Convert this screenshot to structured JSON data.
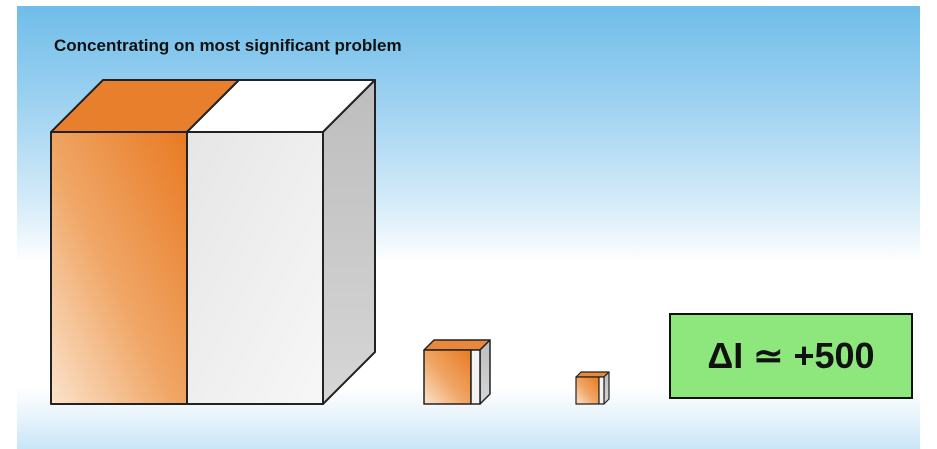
{
  "title": "Concentrating on most significant problem",
  "result": {
    "text": "ΔI ≃ +500"
  },
  "blocks": [
    {
      "name": "large-block",
      "split_fraction": 0.5,
      "colors": {
        "orange": "#e87a22",
        "orange_light": "#f8dcc0",
        "white": "#f2f2f2",
        "side": "#c8c8c8",
        "outline": "#222222"
      }
    },
    {
      "name": "medium-cube"
    },
    {
      "name": "small-cube"
    }
  ],
  "colors": {
    "result_box": "#8ee77d",
    "background_top": "#6fbde9"
  }
}
